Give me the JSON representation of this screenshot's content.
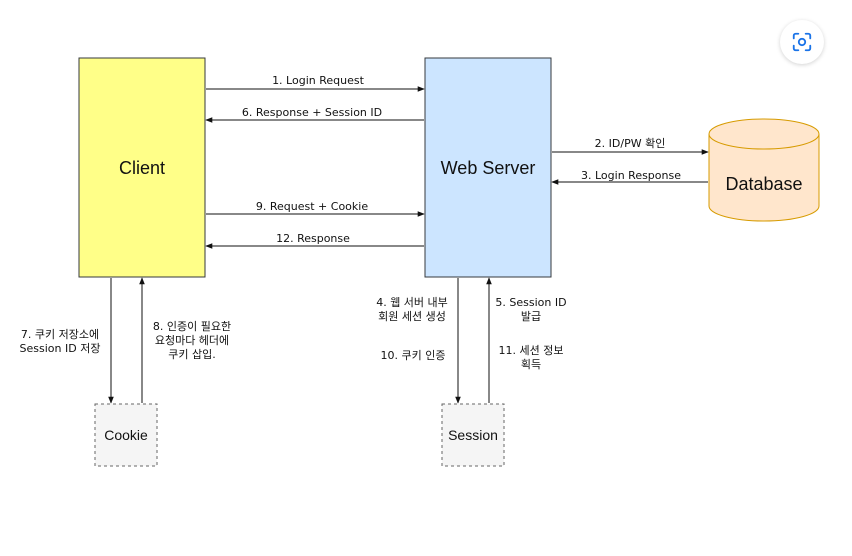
{
  "nodes": {
    "client": "Client",
    "web_server": "Web Server",
    "database": "Database",
    "cookie": "Cookie",
    "session": "Session"
  },
  "edges": {
    "login_request": "1. Login Request",
    "id_pw_check": "2. ID/PW 확인",
    "login_response": "3. Login Response",
    "create_session_1": "4. 웹 서버 내부",
    "create_session_2": "회원 세션 생성",
    "issue_session_1": "5. Session ID",
    "issue_session_2": "발급",
    "response_session": "6. Response + Session ID",
    "store_cookie_1": "7. 쿠키 저장소에",
    "store_cookie_2": "Session ID 저장",
    "insert_cookie_1": "8. 인증이 필요한",
    "insert_cookie_2": "요청마다 헤더에",
    "insert_cookie_3": "쿠키 삽입.",
    "request_cookie": "9. Request + Cookie",
    "cookie_auth": "10. 쿠키 인증",
    "get_session_1": "11. 세션 정보",
    "get_session_2": "획득",
    "response": "12. Response"
  },
  "colors": {
    "client_fill": "#ffff88",
    "server_fill": "#cce5ff",
    "database_fill": "#ffe6cc",
    "database_stroke": "#d79b00",
    "store_fill": "#f5f5f5",
    "store_stroke": "#666666"
  },
  "icons": {
    "lens": "lens-icon"
  }
}
